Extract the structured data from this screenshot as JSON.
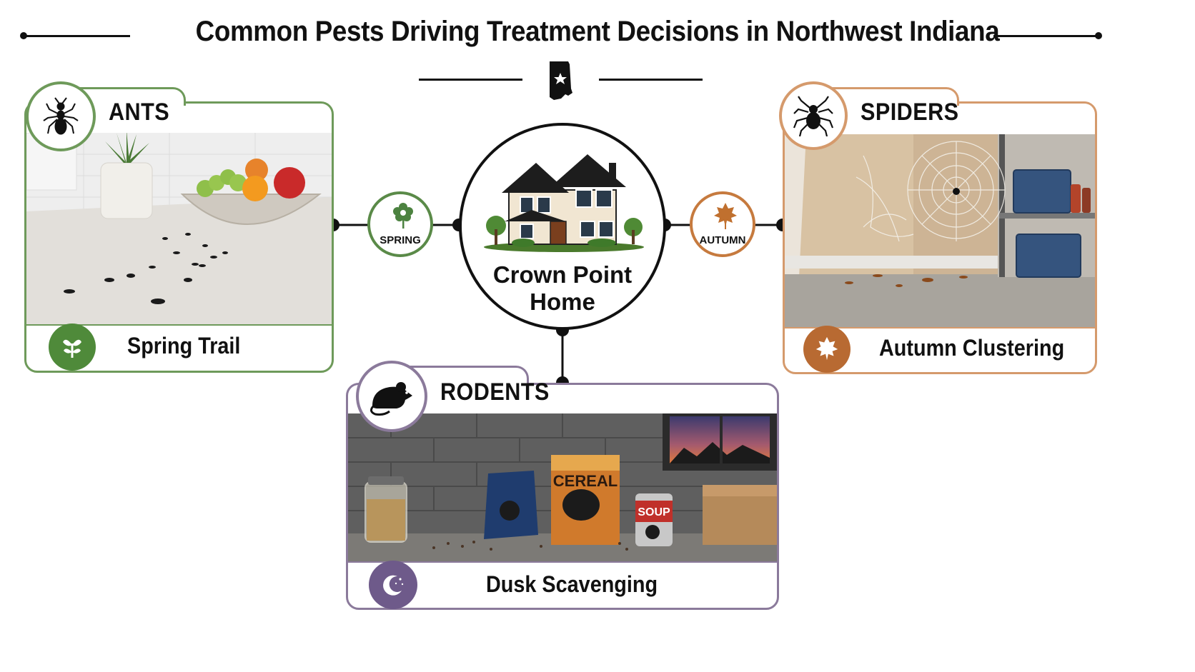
{
  "header": {
    "title": "Common Pests Driving Treatment Decisions in Northwest Indiana"
  },
  "center": {
    "title_line1": "Crown Point",
    "title_line2": "Home"
  },
  "seasons": {
    "spring": {
      "label": "SPRING",
      "color": "#5a8a48"
    },
    "autumn": {
      "label": "AUTUMN",
      "color": "#c67a3e"
    }
  },
  "cards": {
    "ants": {
      "title": "ANTS",
      "caption": "Spring Trail",
      "icon": "ant-icon",
      "footer_icon": "sprout-icon",
      "color": "#6e9a5a"
    },
    "spiders": {
      "title": "SPIDERS",
      "caption": "Autumn Clustering",
      "icon": "spider-icon",
      "footer_icon": "maple-leaf-icon",
      "color": "#d59a6c"
    },
    "rodents": {
      "title": "RODENTS",
      "caption": "Dusk Scavenging",
      "icon": "mouse-icon",
      "footer_icon": "moon-icon",
      "color": "#8b7a9b"
    }
  },
  "rodent_scene": {
    "cereal_label": "CEREAL",
    "soup_label": "SOUP"
  }
}
